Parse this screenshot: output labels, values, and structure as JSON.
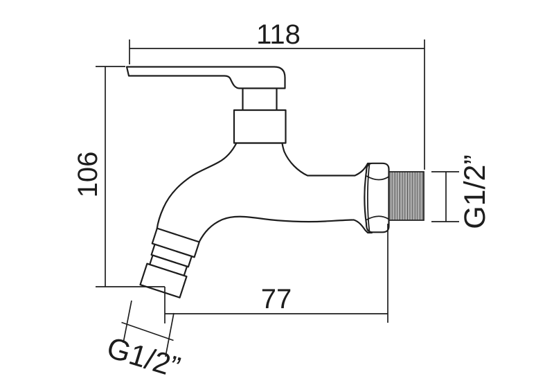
{
  "drawing": {
    "type": "faucet-bibcock-dimension-drawing",
    "labels": {
      "width_mm": "118",
      "height_mm": "106",
      "spout_reach_mm": "77",
      "inlet_thread": "G1/2”",
      "outlet_thread": "G1/2”"
    },
    "colors": {
      "line": "#1d1d1d",
      "background": "#ffffff"
    }
  }
}
